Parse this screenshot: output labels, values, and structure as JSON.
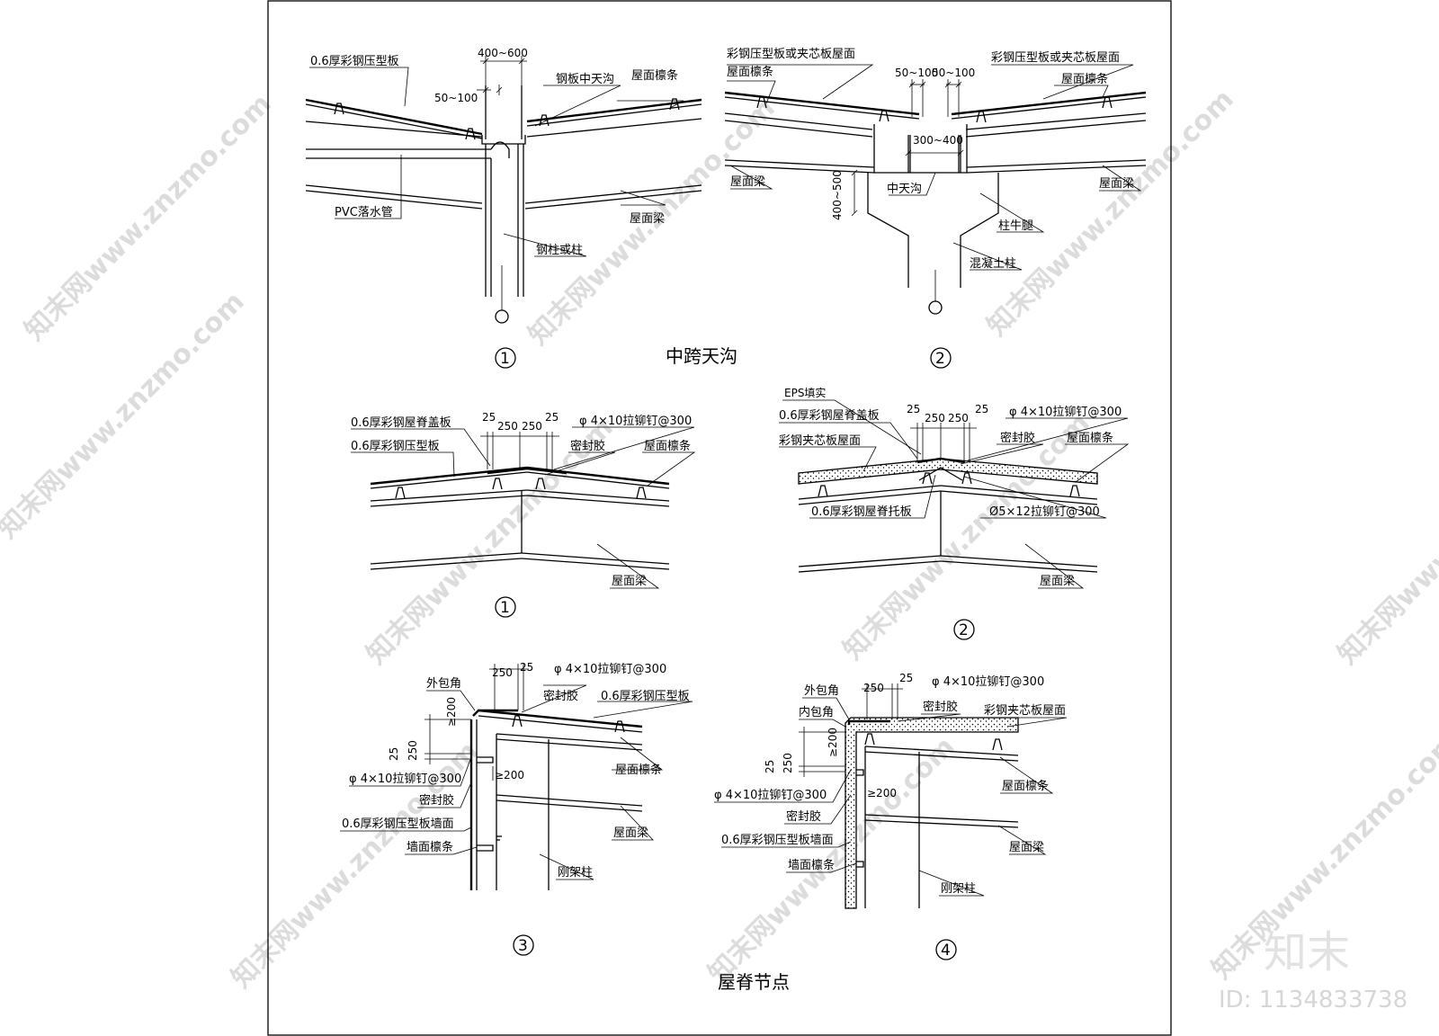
{
  "watermark": {
    "text": "知末网www.znzmo.com",
    "brand": "知末",
    "id": "ID: 1134833738"
  },
  "sections": [
    {
      "title": "中跨天沟"
    },
    {
      "title": "屋脊节点"
    }
  ],
  "gutter_1": {
    "number": "1",
    "labels": {
      "panel": "0.6厚彩钢压型板",
      "dim_top": "400~600",
      "dim_small": "50~100",
      "gutter": "钢板中天沟",
      "purlin": "屋面檩条",
      "pipe": "PVC落水管",
      "beam": "屋面梁",
      "column": "钢柱或柱"
    }
  },
  "gutter_2": {
    "number": "2",
    "labels": {
      "panel_left": "彩钢压型板或夹芯板屋面",
      "panel_right": "彩钢压型板或夹芯板屋面",
      "purlin_left": "屋面檩条",
      "purlin_right": "屋面檩条",
      "dim_left": "50~100",
      "dim_right": "50~100",
      "dim_mid": "300~400",
      "beam_left": "屋面梁",
      "beam_right": "屋面梁",
      "dim_vert": "400~500",
      "gutter": "中天沟",
      "corbel": "柱牛腿",
      "column": "混凝土柱"
    }
  },
  "ridge_1": {
    "number": "1",
    "labels": {
      "cover": "0.6厚彩钢屋脊盖板",
      "panel": "0.6厚彩钢压型板",
      "d25a": "25",
      "d250a": "250",
      "d250b": "250",
      "d25b": "25",
      "rivet": "φ 4×10拉铆钉@300",
      "sealant": "密封胶",
      "purlin": "屋面檩条",
      "beam": "屋面梁"
    }
  },
  "ridge_2": {
    "number": "2",
    "labels": {
      "eps": "EPS填实",
      "cover": "0.6厚彩钢屋脊盖板",
      "sandwich": "彩钢夹芯板屋面",
      "d25a": "25",
      "d250a": "250",
      "d250b": "250",
      "d25b": "25",
      "rivet": "φ 4×10拉铆钉@300",
      "sealant": "密封胶",
      "purlin": "屋面檩条",
      "support": "0.6厚彩钢屋脊托板",
      "rivet2": "Ø5×12拉铆钉@300",
      "beam": "屋面梁"
    }
  },
  "ridge_3": {
    "number": "3",
    "labels": {
      "outer": "外包角",
      "d250": "250",
      "d25": "25",
      "rivet": "φ 4×10拉铆钉@300",
      "sealant_top": "密封胶",
      "panel": "0.6厚彩钢压型板",
      "d200a": "≥200",
      "d25v": "25",
      "d250v": "250",
      "d200b": "≥200",
      "purlin": "屋面檩条",
      "rivet_side": "φ 4×10拉铆钉@300",
      "sealant_side": "密封胶",
      "wall": "0.6厚彩钢压型板墙面",
      "wall_purlin": "墙面檩条",
      "beam": "屋面梁",
      "column": "刚架柱"
    }
  },
  "ridge_4": {
    "number": "4",
    "labels": {
      "outer": "外包角",
      "inner": "内包角",
      "d250": "250",
      "d25": "25",
      "rivet": "φ 4×10拉铆钉@300",
      "sealant_top": "密封胶",
      "sandwich": "彩钢夹芯板屋面",
      "d200a": "≥200",
      "d25v": "25",
      "d250v": "250",
      "d200b": "≥200",
      "purlin": "屋面檩条",
      "rivet_side": "φ 4×10拉铆钉@300",
      "sealant_side": "密封胶",
      "wall": "0.6厚彩钢压型板墙面",
      "wall_purlin": "墙面檩条",
      "beam": "屋面梁",
      "column": "刚架柱"
    }
  }
}
